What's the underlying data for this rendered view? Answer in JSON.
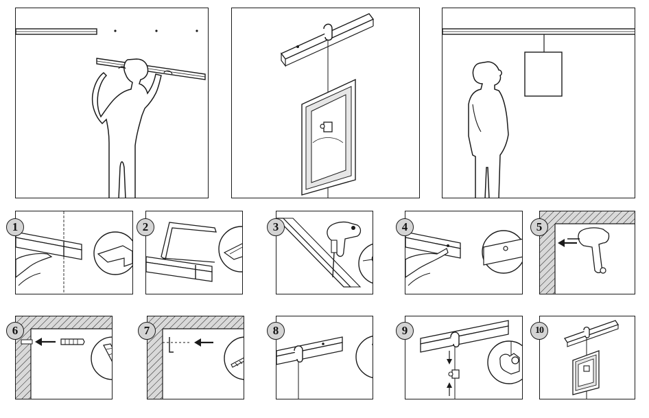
{
  "steps": [
    {
      "number": "1"
    },
    {
      "number": "2"
    },
    {
      "number": "3"
    },
    {
      "number": "4"
    },
    {
      "number": "5"
    },
    {
      "number": "6"
    },
    {
      "number": "7"
    },
    {
      "number": "8"
    },
    {
      "number": "9"
    },
    {
      "number": "10"
    }
  ],
  "colors": {
    "line": "#1a1a1a",
    "badge_fill": "#d4d4d4",
    "wall_fill": "#d9d9d9",
    "background": "#ffffff"
  }
}
